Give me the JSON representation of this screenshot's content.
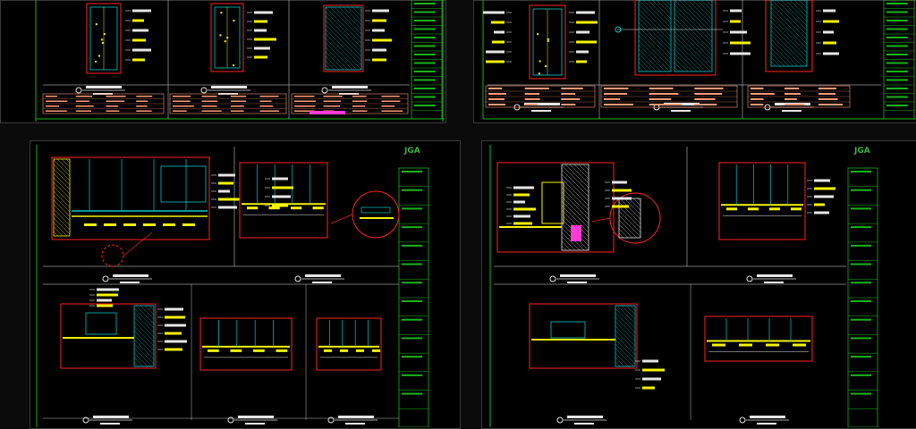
{
  "colors": {
    "frame_green": "#19b419",
    "detail_red": "#ff2222",
    "wall_cyan": "#00c8c8",
    "dim_yellow": "#f4f400",
    "anno_white": "#e6e6e6",
    "table_salmon": "#ff9b7a",
    "accent_magenta": "#ff3ad6",
    "logo_green": "#39b54a"
  },
  "sheets": [
    {
      "id": "sheet-top-left",
      "logo": ""
    },
    {
      "id": "sheet-top-right",
      "logo": ""
    },
    {
      "id": "sheet-bottom-left",
      "logo": "JGA"
    },
    {
      "id": "sheet-bottom-right",
      "logo": "JGA"
    }
  ],
  "icons": [
    "section-callout-icon",
    "detail-circle-icon",
    "title-block-logo-icon"
  ]
}
